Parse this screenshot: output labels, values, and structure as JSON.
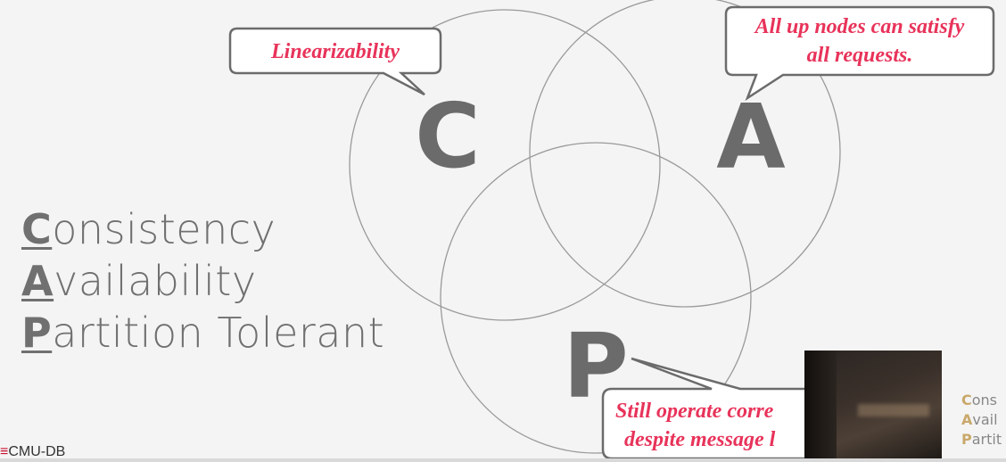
{
  "diagram": {
    "letters": {
      "c": "C",
      "a": "A",
      "p": "P"
    },
    "callouts": {
      "c": [
        "Linearizability"
      ],
      "a": [
        "All up nodes can satisfy",
        "all requests."
      ],
      "p": [
        "Still operate corre",
        "despite message l"
      ]
    }
  },
  "legend": [
    {
      "first": "C",
      "rest": "onsistency"
    },
    {
      "first": "A",
      "rest": "vailability"
    },
    {
      "first": "P",
      "rest": "artition Tolerant"
    }
  ],
  "logo": {
    "mark": "≡",
    "text": "CMU-DB"
  },
  "side_peek": [
    {
      "first": "C",
      "rest": "ons"
    },
    {
      "first": "A",
      "rest": "vail"
    },
    {
      "first": "P",
      "rest": "artit"
    }
  ],
  "colors": {
    "accent": "#e8335a",
    "text_gray": "#6b6b6b"
  }
}
